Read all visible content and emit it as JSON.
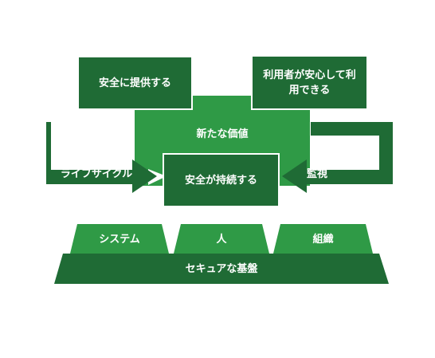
{
  "colors": {
    "dark_green": "#1f6b35",
    "mid_green": "#2f9a46",
    "white": "#ffffff"
  },
  "boxes": {
    "provide_safety": "安全に提供する",
    "user_safety": "利用者が安心して利用できる",
    "new_value": "新たな価値",
    "sustain_safety": "安全が持続する"
  },
  "arrows": {
    "lifecycle": "ライフサイクル",
    "monitoring": "監視"
  },
  "pillars": [
    "システム",
    "人",
    "組織"
  ],
  "foundation": "セキュアな基盤"
}
